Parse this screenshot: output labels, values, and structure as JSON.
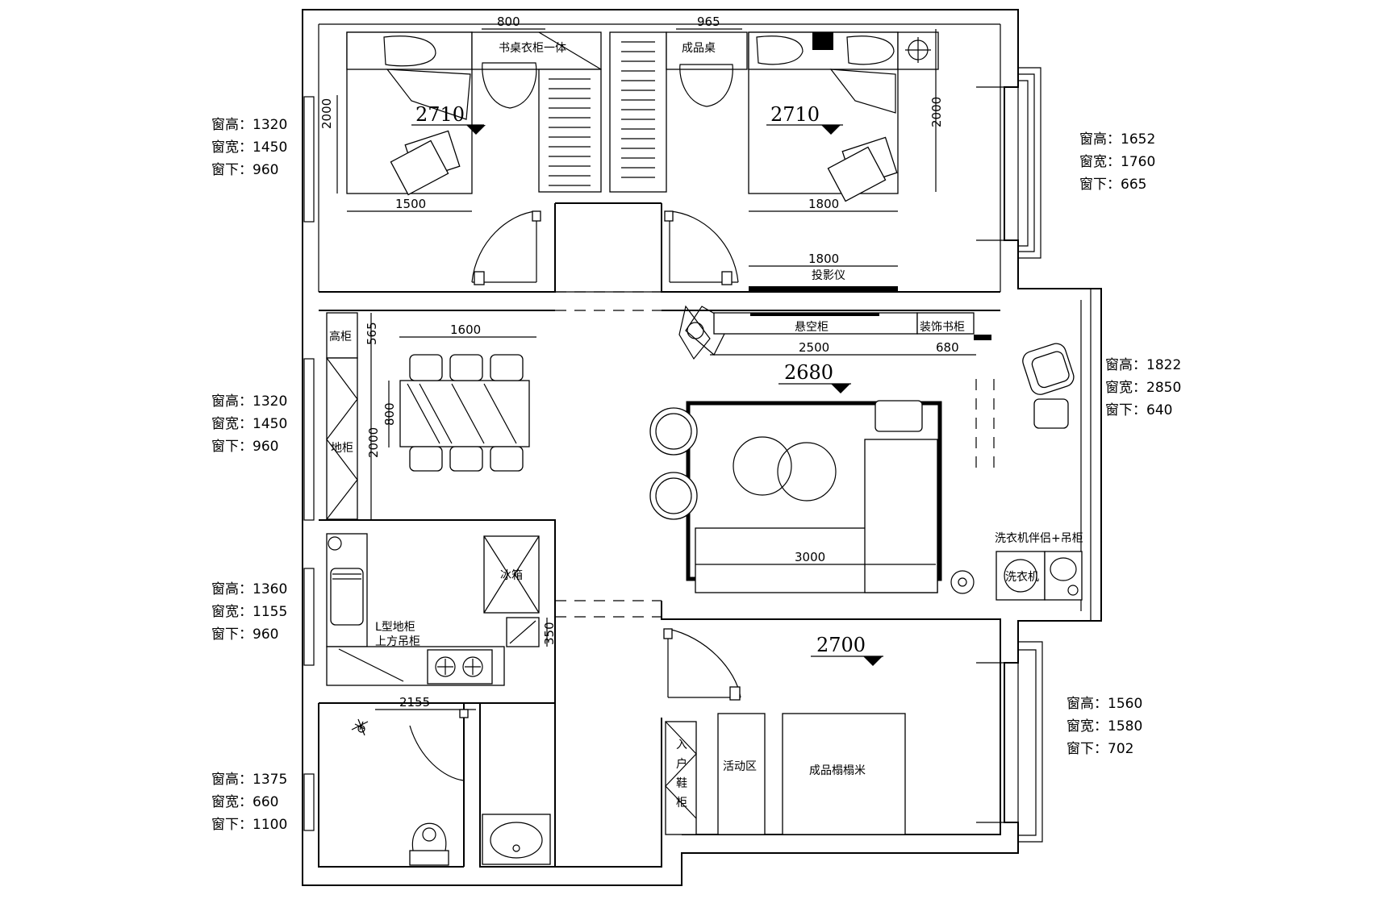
{
  "windows": {
    "bedroom_nw": {
      "h": "窗高：1320",
      "w": "窗宽：1450",
      "b": "窗下：960"
    },
    "dining_w": {
      "h": "窗高：1320",
      "w": "窗宽：1450",
      "b": "窗下：960"
    },
    "kitchen_w": {
      "h": "窗高：1360",
      "w": "窗宽：1155",
      "b": "窗下：960"
    },
    "bath_w": {
      "h": "窗高：1375",
      "w": "窗宽：660",
      "b": "窗下：1100"
    },
    "bedroom_ne": {
      "h": "窗高：1652",
      "w": "窗宽：1760",
      "b": "窗下：665"
    },
    "balcony_e": {
      "h": "窗高：1822",
      "w": "窗宽：2850",
      "b": "窗下：640"
    },
    "bedroom_se": {
      "h": "窗高：1560",
      "w": "窗宽：1580",
      "b": "窗下：702"
    }
  },
  "levels": {
    "bedroom_nw": "2710",
    "bedroom_ne": "2710",
    "living": "2680",
    "bedroom_se": "2700"
  },
  "dims": {
    "wardrobe_nw": "800",
    "wardrobe_ne": "965",
    "bed_nw_len": "2000",
    "bed_nw_wid": "1500",
    "bed_ne_len": "2000",
    "bed_ne_wid": "1800",
    "projector_w": "1800",
    "dining_w": "1600",
    "dining_cab": "565",
    "dining_len": "2000",
    "table_w": "800",
    "tv_w": "2500",
    "tv_side": "680",
    "sofa_w": "3000",
    "fridge_gap": "350",
    "kitchen_w": "2155"
  },
  "labels": {
    "wardrobe_nw": "书桌衣柜一体",
    "desk_ne": "成品桌",
    "projector": "投影仪",
    "tall_cab": "高柜",
    "floor_cab": "地柜",
    "tv_cab": "悬空柜",
    "side_cab": "装饰书柜",
    "fridge": "冰箱",
    "kitchen_cab": "L型地柜\n上方吊柜",
    "laundry": "洗衣机伴侣+吊柜",
    "washer": "洗衣机",
    "shoe_cab": "入户鞋柜",
    "activity": "活动区",
    "tatami": "成品榻榻米"
  }
}
